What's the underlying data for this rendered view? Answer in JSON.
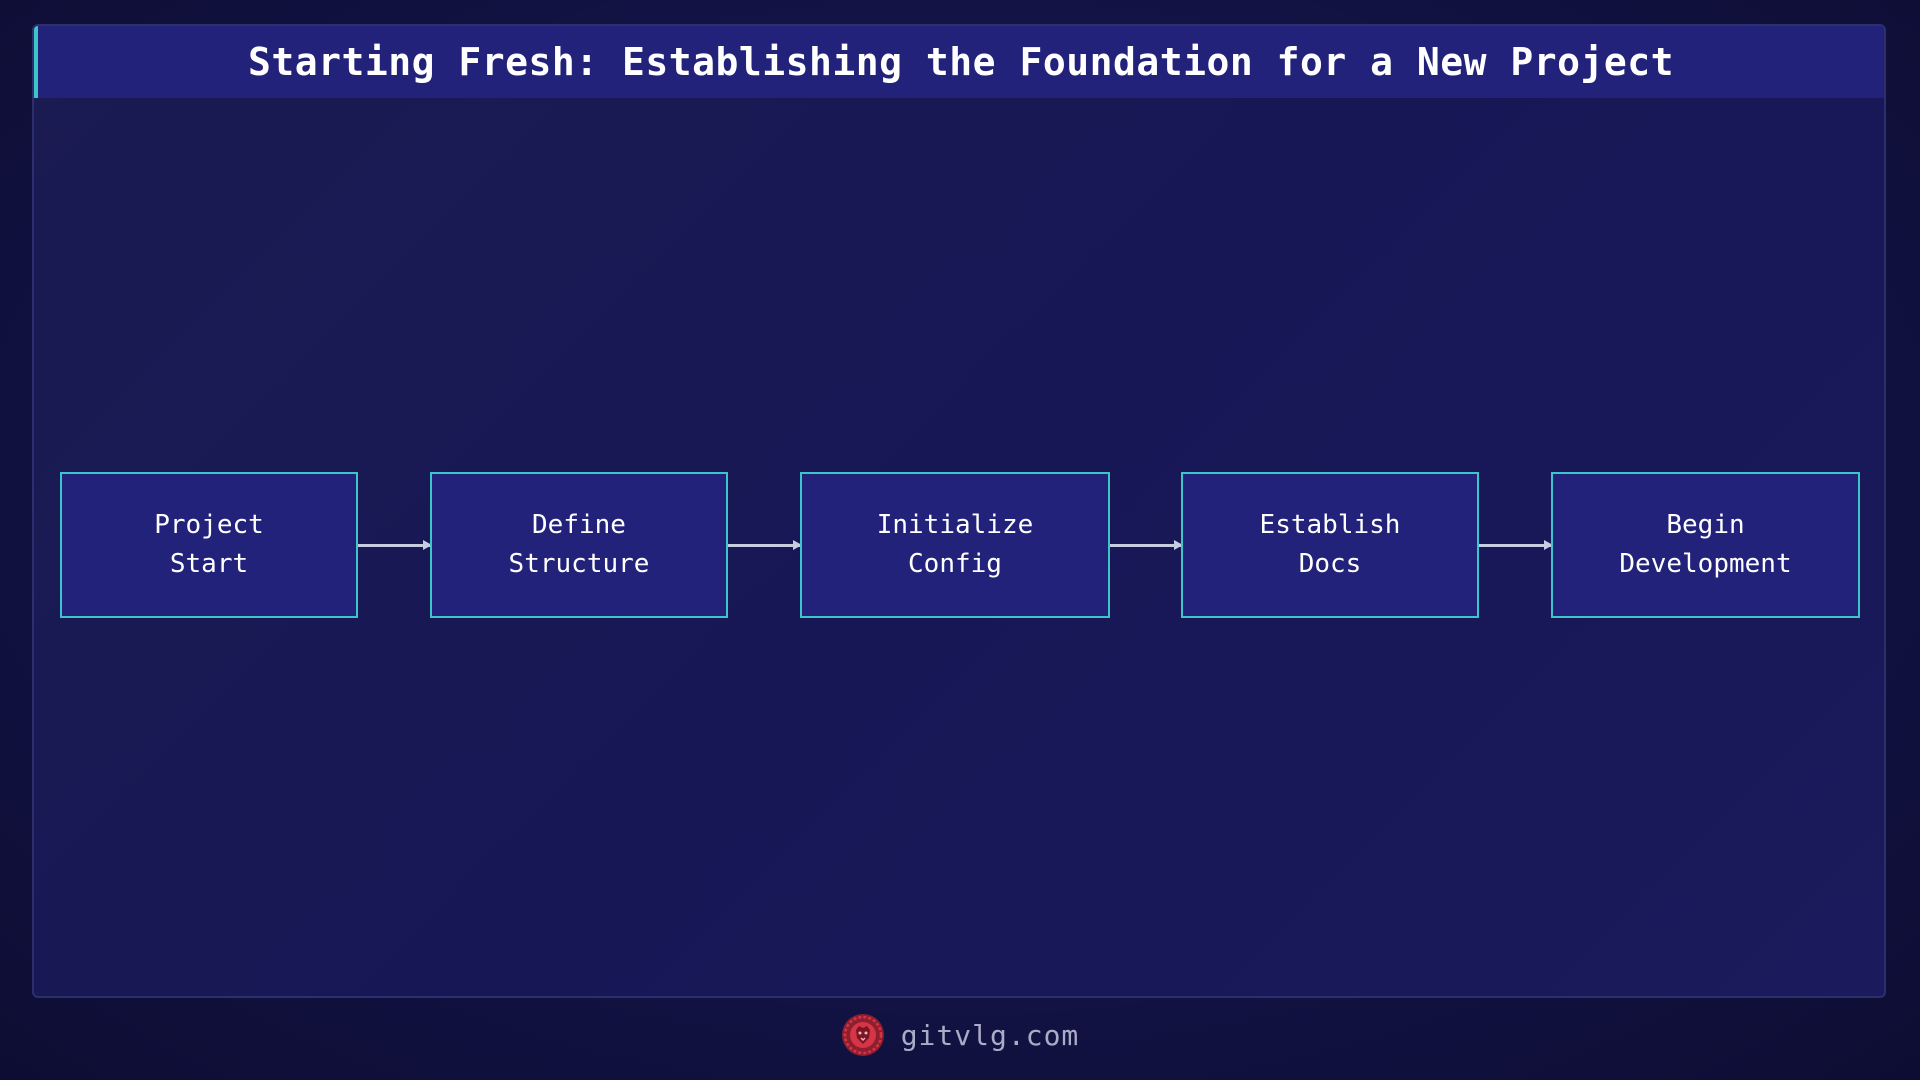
{
  "header": {
    "title": "Starting Fresh: Establishing the Foundation for a New Project"
  },
  "flow": {
    "steps": [
      {
        "line1": "Project",
        "line2": "Start"
      },
      {
        "line1": "Define",
        "line2": "Structure"
      },
      {
        "line1": "Initialize",
        "line2": "Config"
      },
      {
        "line1": "Establish",
        "line2": "Docs"
      },
      {
        "line1": "Begin",
        "line2": "Development"
      }
    ]
  },
  "footer": {
    "site": "gitvlg.com",
    "logo_icon": "lion-logo-icon"
  },
  "colors": {
    "background": "#0f1038",
    "panel": "#1b1b52",
    "header": "#22227a",
    "accent": "#3cc6c9",
    "node_fill": "#22227a",
    "arrow": "#c8cce0",
    "logo": "#d63447"
  }
}
